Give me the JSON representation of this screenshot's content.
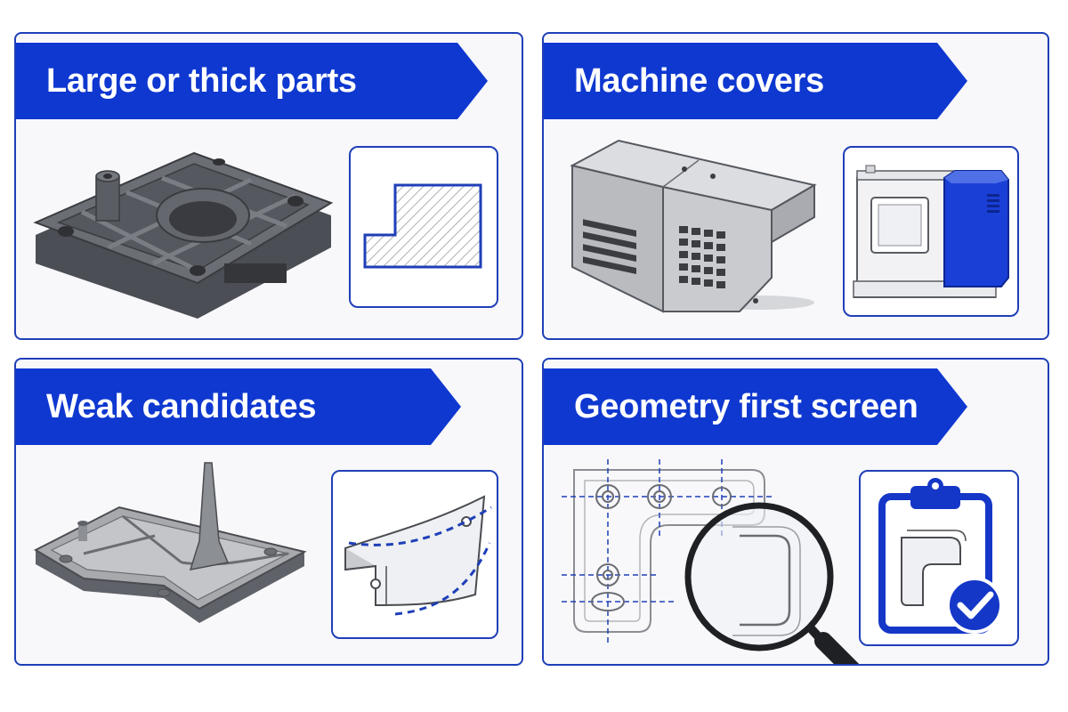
{
  "panels": [
    {
      "title": "Large or thick parts"
    },
    {
      "title": "Machine covers"
    },
    {
      "title": "Weak candidates"
    },
    {
      "title": "Geometry first screen"
    }
  ],
  "colors": {
    "accent": "#0f38d0",
    "border": "#1f3fb8",
    "part_gray": "#5d6066",
    "background": "#f8f8fa"
  },
  "icons": [
    "thick-housing-part-icon",
    "thick-section-crosshatch-icon",
    "machine-cover-part-icon",
    "cnc-machine-icon",
    "thin-tall-rib-part-icon",
    "warped-sheet-icon",
    "drawing-magnifier-icon",
    "clipboard-checkmark-icon"
  ]
}
